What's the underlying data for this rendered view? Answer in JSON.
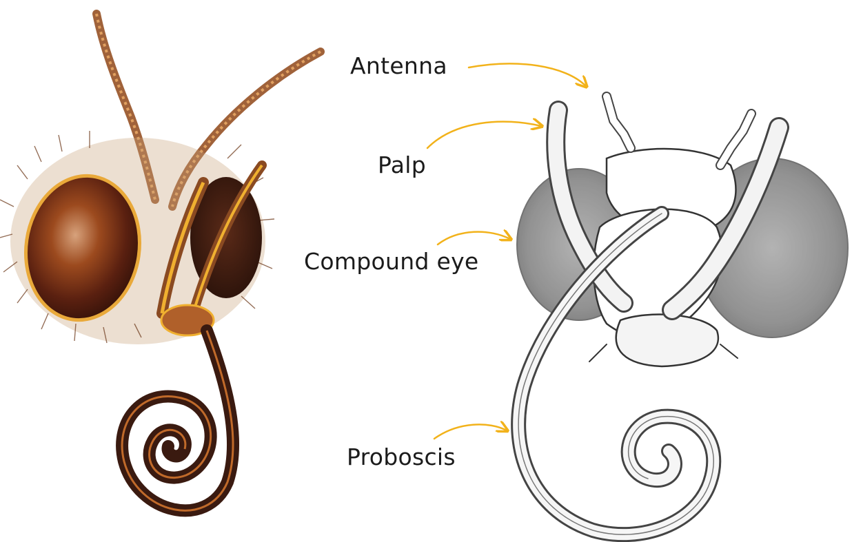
{
  "labels": {
    "antenna": "Antenna",
    "palp": "Palp",
    "compound_eye": "Compound eye",
    "proboscis": "Proboscis"
  },
  "colors": {
    "arrow": "#f2b21a",
    "pencil": "#3a3a3a",
    "eye_brown": "#6a2a12",
    "hair_orange": "#e08a1e",
    "proboscis_brown": "#3a1a10"
  }
}
